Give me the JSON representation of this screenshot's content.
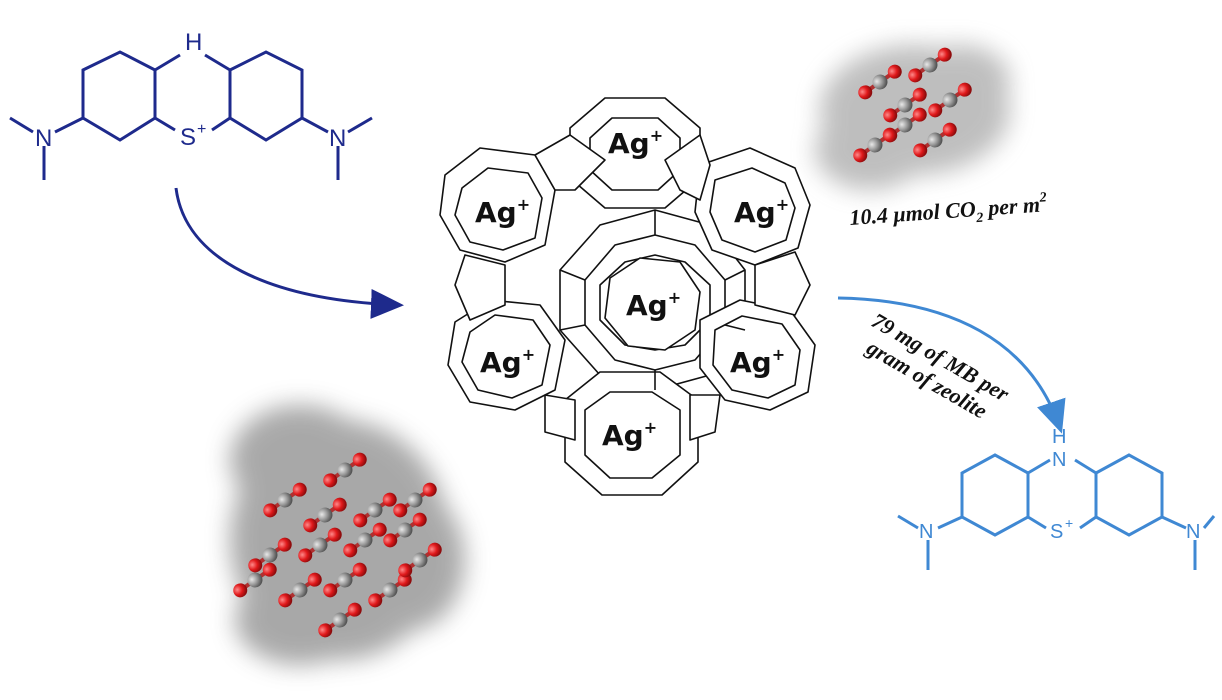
{
  "molecule_top_left": {
    "nh_label": "H",
    "s_label": "S",
    "charge": "+",
    "n_left": "N",
    "n_right": "N",
    "color": "#1e2a8c"
  },
  "molecule_bottom_right": {
    "nh_label": "H",
    "nh_n": "N",
    "s_label": "S",
    "charge": "+",
    "n_left": "N",
    "n_right": "N",
    "color": "#3f88d3"
  },
  "zeolite": {
    "cage_labels": [
      "Ag",
      "Ag",
      "Ag",
      "Ag",
      "Ag",
      "Ag"
    ],
    "cation_sup": "+"
  },
  "annotations": {
    "co2_value": "10.4 μmol CO",
    "co2_sub": "2",
    "co2_unit": " per m",
    "co2_sup": "2",
    "mb_line1": "79 mg of MB per",
    "mb_line2": "gram of zeolite"
  },
  "colors": {
    "arrow_left": "#1e2a8c",
    "arrow_right": "#3f88d3",
    "co2_carbon": "#9a9a9a",
    "co2_oxygen": "#e0191b",
    "smoke": "#7a7a7a"
  }
}
